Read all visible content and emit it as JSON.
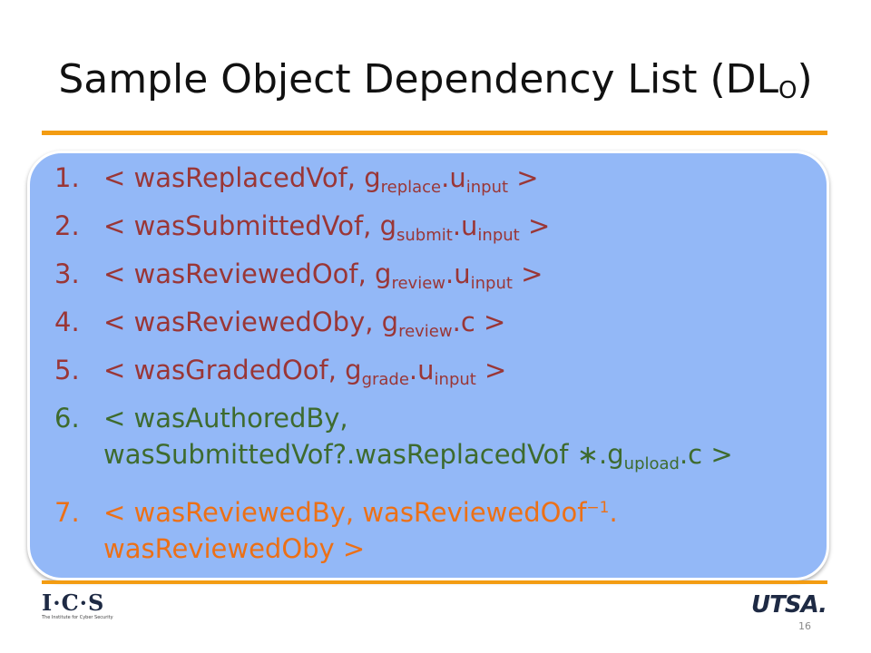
{
  "slide": {
    "title_main": "Sample Object Dependency List (DL",
    "title_sub": "O",
    "title_end": ")",
    "page_number": "16"
  },
  "logos": {
    "left_mark": "I·C·S",
    "left_tagline": "The Institute for Cyber Security",
    "right_mark": "UTSA."
  },
  "items": [
    {
      "num": "1.",
      "a": "< wasReplacedVof, g",
      "s1": "replace",
      "b": ".u",
      "s2": "input",
      "c": " >"
    },
    {
      "num": "2.",
      "a": "< wasSubmittedVof, g",
      "s1": "submit",
      "b": ".u",
      "s2": "input",
      "c": " >"
    },
    {
      "num": "3.",
      "a": "< wasReviewedOof, g",
      "s1": "review",
      "b": ".u",
      "s2": "input",
      "c": " >"
    },
    {
      "num": "4.",
      "a": "< wasReviewedOby, g",
      "s1": "review",
      "b": ".c >"
    },
    {
      "num": "5.",
      "a": "< wasGradedOof, g",
      "s1": "grade",
      "b": ".u",
      "s2": "input",
      "c": " >"
    },
    {
      "num": "6.",
      "a": "< wasAuthoredBy,",
      "line2a": "wasSubmittedVof?.wasReplacedVof ∗.g",
      "s1": "upload",
      "line2b": ".c >"
    },
    {
      "num": "7.",
      "a": "< wasReviewedBy, wasReviewedOof",
      "sup": "−1",
      "b": ".",
      "line2": "wasReviewedOby >"
    }
  ]
}
